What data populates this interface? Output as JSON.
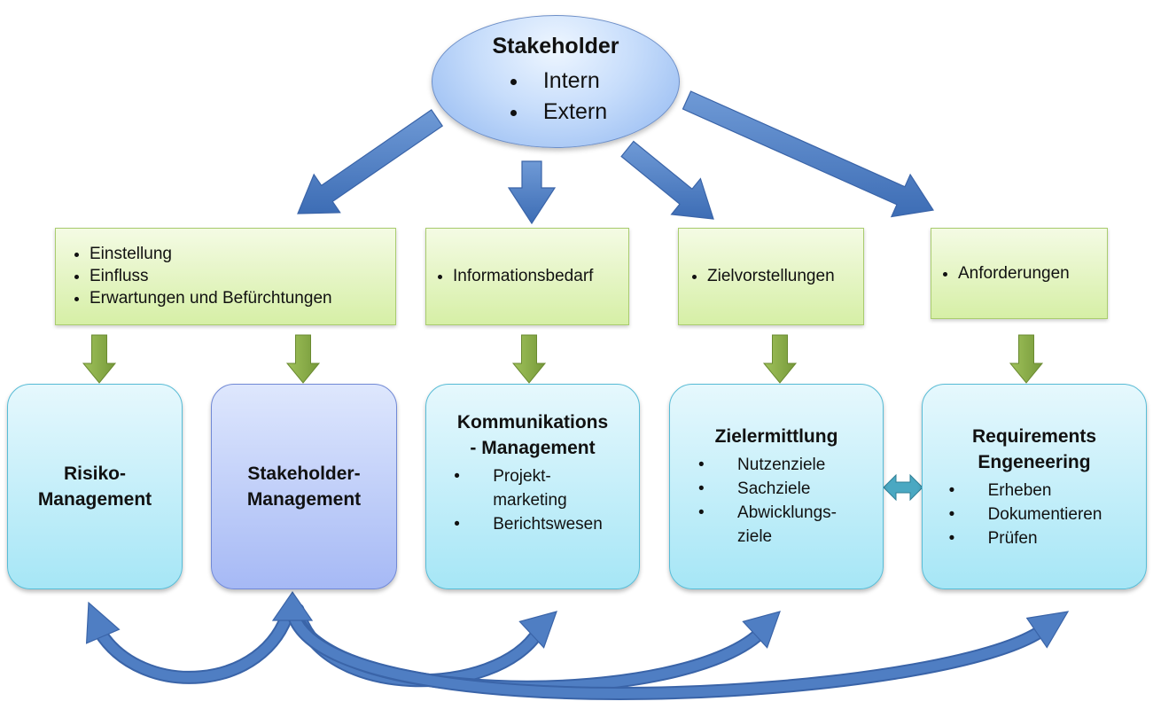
{
  "stakeholder": {
    "title": "Stakeholder",
    "items": [
      "Intern",
      "Extern"
    ]
  },
  "green_boxes": [
    {
      "items": [
        "Einstellung",
        "Einfluss",
        "Erwartungen und Befürchtungen"
      ]
    },
    {
      "items": [
        "Informationsbedarf"
      ]
    },
    {
      "items": [
        "Zielvorstellungen"
      ]
    },
    {
      "items": [
        "Anforderungen"
      ]
    }
  ],
  "boxes": [
    {
      "title_lines": [
        "Risiko-",
        "Management"
      ],
      "items": []
    },
    {
      "title_lines": [
        "Stakeholder-",
        "Management"
      ],
      "items": []
    },
    {
      "title_lines": [
        "Kommunikations",
        "- Management"
      ],
      "items": [
        [
          "Projekt-",
          "marketing"
        ],
        [
          "Berichtswesen"
        ]
      ]
    },
    {
      "title_lines": [
        "Zielermittlung"
      ],
      "items": [
        [
          "Nutzenziele"
        ],
        [
          "Sachziele"
        ],
        [
          "Abwicklungs-",
          "ziele"
        ]
      ]
    },
    {
      "title_lines": [
        "Requirements",
        "Engeneering"
      ],
      "items": [
        [
          "Erheben"
        ],
        [
          "Dokumentieren"
        ],
        [
          "Prüfen"
        ]
      ]
    }
  ],
  "colors": {
    "blue_arrow": "#4f7ec3",
    "green_arrow": "#86aa45",
    "double_arrow": "#4aa8c2"
  }
}
